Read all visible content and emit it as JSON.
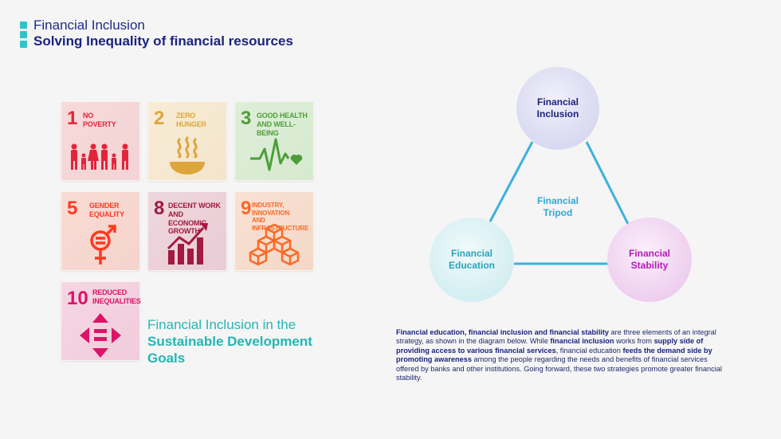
{
  "header": {
    "title": "Financial Inclusion",
    "subtitle": "Solving Inequality of financial resources"
  },
  "sdg_tiles": [
    {
      "num": "1",
      "label_l1": "No",
      "label_l2": "Poverty",
      "color": "#e5243b"
    },
    {
      "num": "2",
      "label_l1": "Zero",
      "label_l2": "Hunger",
      "color": "#dda63a"
    },
    {
      "num": "3",
      "label_l1": "Good Health",
      "label_l2": "and Well-Being",
      "color": "#4c9f38"
    },
    {
      "num": "5",
      "label_l1": "Gender",
      "label_l2": "Equality",
      "color": "#ff3a21"
    },
    {
      "num": "8",
      "label_l1": "Decent Work and",
      "label_l2": "Economic Growth",
      "color": "#a21942"
    },
    {
      "num": "9",
      "label_l1": "Industry, Innovation",
      "label_l2": "and Infrastructure",
      "color": "#fd6925"
    },
    {
      "num": "10",
      "label_l1": "Reduced",
      "label_l2": "Inequalities",
      "color": "#dd1367"
    }
  ],
  "sdg_caption": {
    "line1": "Financial Inclusion in the",
    "line2": "Sustainable Development",
    "line3": "Goals"
  },
  "diagram": {
    "center_l1": "Financial",
    "center_l2": "Tripod",
    "nodes": [
      {
        "l1": "Financial",
        "l2": "Inclusion",
        "color": "#1b237e"
      },
      {
        "l1": "Financial",
        "l2": "Education",
        "color": "#2aa3b8"
      },
      {
        "l1": "Financial",
        "l2": "Stability",
        "color": "#b41ab8"
      }
    ],
    "edge_color": "#3cb0e0"
  },
  "paragraph": {
    "b1": "Financial education, financial inclusion and financial stability",
    "t1": " are three elements of an integral strategy, as shown in the diagram below. While ",
    "b2": "financial inclusion",
    "t2": " works from ",
    "b3": "supply side of providing access to various financial services",
    "t3": ", financial education ",
    "b4": "feeds the demand side by promoting awareness",
    "t4": " among the people regarding the needs and benefits of financial services offered by banks and other institutions. Going forward, these two strategies promote greater financial stability."
  }
}
